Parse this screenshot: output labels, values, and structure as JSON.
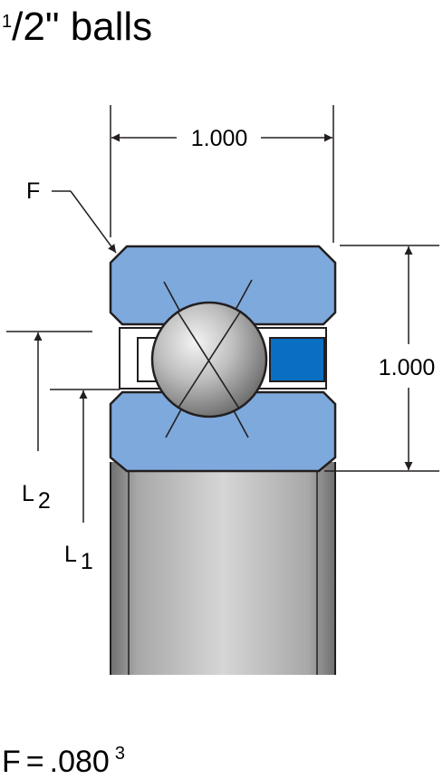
{
  "title": {
    "fraction_num": "1",
    "fraction_sep": "/",
    "fraction_den": "2",
    "rest": "\" balls"
  },
  "dimensions": {
    "width_value": "1.000",
    "height_value": "1.000"
  },
  "labels": {
    "chamfer": "F",
    "l2_letter": "L",
    "l2_sub": "2",
    "l1_letter": "L",
    "l1_sub": "1"
  },
  "formula": {
    "lhs": "F",
    "eq": "=",
    "value": ".080",
    "note": "3"
  },
  "colors": {
    "race_blue": "#7ea9dc",
    "separator_blue": "#0a6fc2",
    "line": "#231f20"
  }
}
